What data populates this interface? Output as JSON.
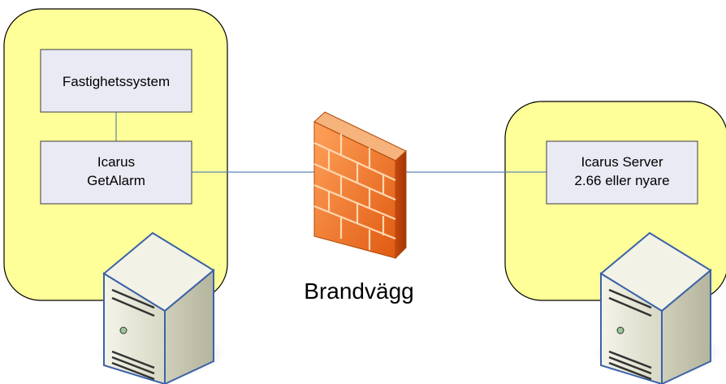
{
  "left_zone": {
    "boxes": {
      "top": {
        "lines": [
          "Fastighetssystem"
        ]
      },
      "bottom": {
        "lines": [
          "Icarus",
          "GetAlarm"
        ]
      }
    }
  },
  "firewall": {
    "label": "Brandvägg"
  },
  "right_zone": {
    "box": {
      "lines": [
        "Icarus Server",
        "2.66 eller nyare"
      ]
    }
  },
  "colors": {
    "zone_fill": "#FFFF99",
    "zone_stroke": "#000000",
    "box_fill": "#EAEAF4",
    "box_stroke": "#5A5A5A",
    "connector": "#5B84B1",
    "brick": "#F07A2C",
    "mortar": "#FFD8B0",
    "server_body": "#E8E8D8",
    "server_frame": "#3B62A8"
  },
  "icons": [
    "server-icon",
    "firewall-icon"
  ]
}
